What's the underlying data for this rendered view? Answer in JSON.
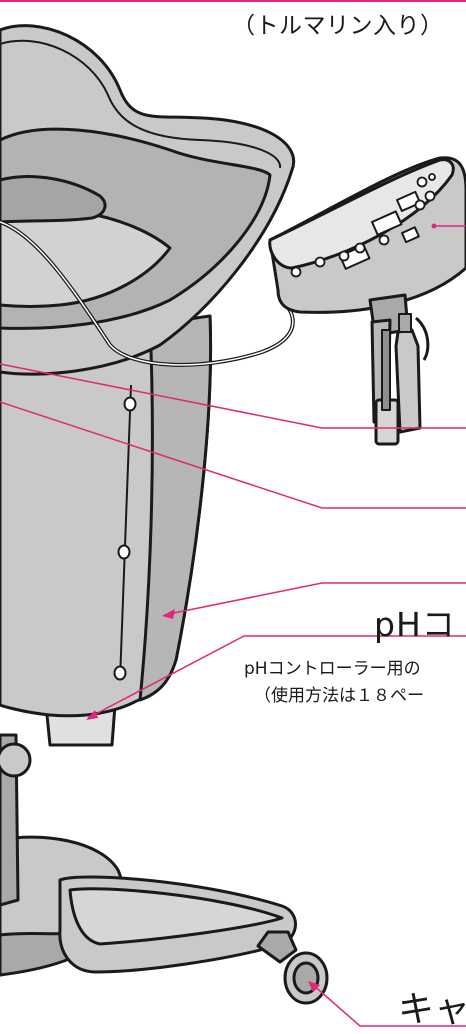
{
  "labels": {
    "top_caption": "（トルマリン入り）",
    "ph_heading": "pHコ",
    "ph_note_line1": "pHコントローラー用の",
    "ph_note_line2": "（使用方法は１８ペー",
    "caster": "キャ"
  },
  "colors": {
    "leader_line": "#e0287a",
    "outline": "#1a1a1a",
    "body_fill": "#c9c9c9",
    "shadow_fill": "#a9a9a9",
    "panel_fill": "#e7e7e7",
    "background": "#ffffff"
  }
}
